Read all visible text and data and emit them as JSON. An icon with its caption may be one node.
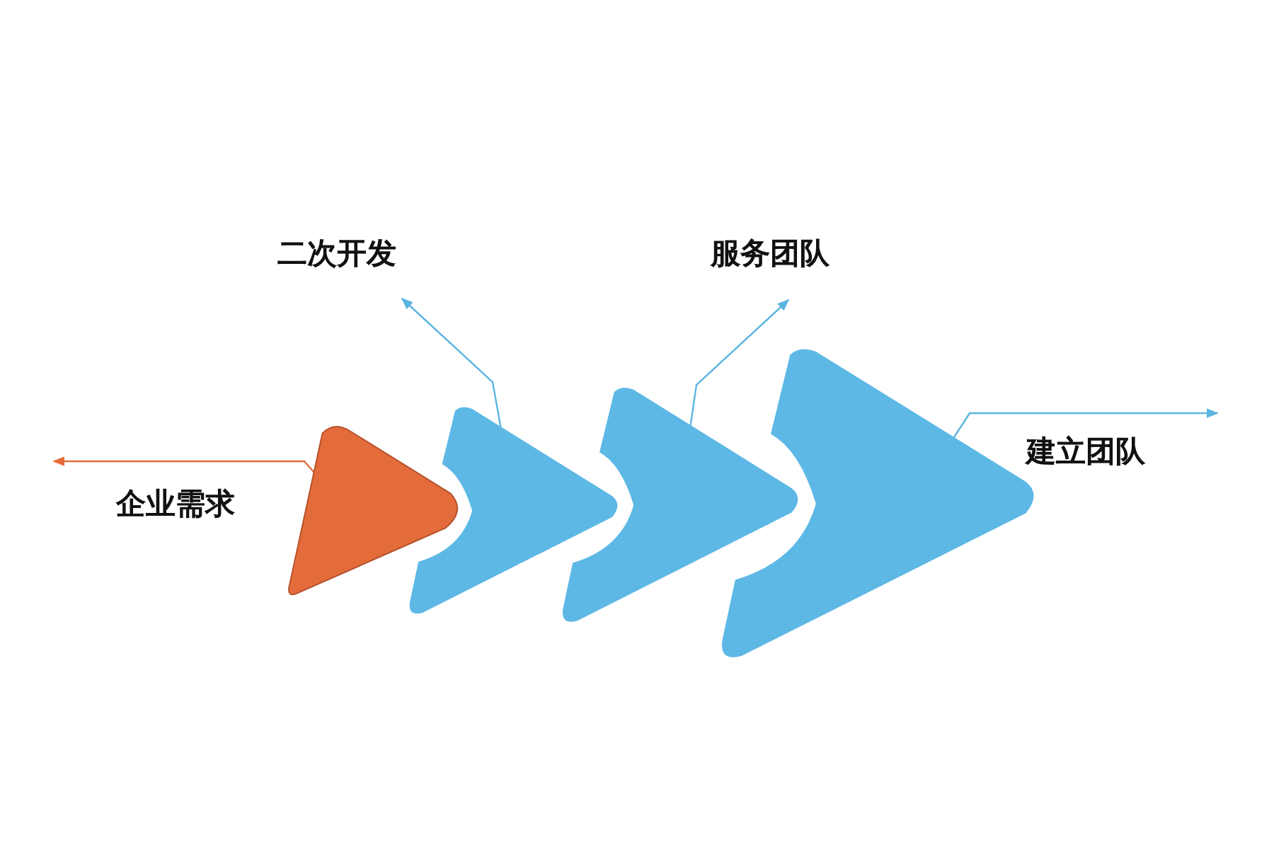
{
  "diagram": {
    "nodes": [
      {
        "text": [],
        "shape": "triangle"
      },
      {
        "text": [],
        "shape": "chevron"
      },
      {
        "text": [],
        "shape": "chevron"
      },
      {
        "text": [],
        "shape": "chevron"
      },
      {
        "text": [
          "企业需求"
        ]
      },
      {
        "text": [
          "二次开发"
        ]
      },
      {
        "text": [
          "服务团队"
        ]
      },
      {
        "text": [
          "建立团队"
        ]
      }
    ],
    "edges": [
      {
        "from": 0,
        "to": 4,
        "arrow": "to",
        "color": "#e46c3b"
      },
      {
        "from": 1,
        "to": 5,
        "arrow": "to"
      },
      {
        "from": 2,
        "to": 6,
        "arrow": "to"
      },
      {
        "from": 3,
        "to": 7,
        "arrow": "to"
      }
    ]
  }
}
